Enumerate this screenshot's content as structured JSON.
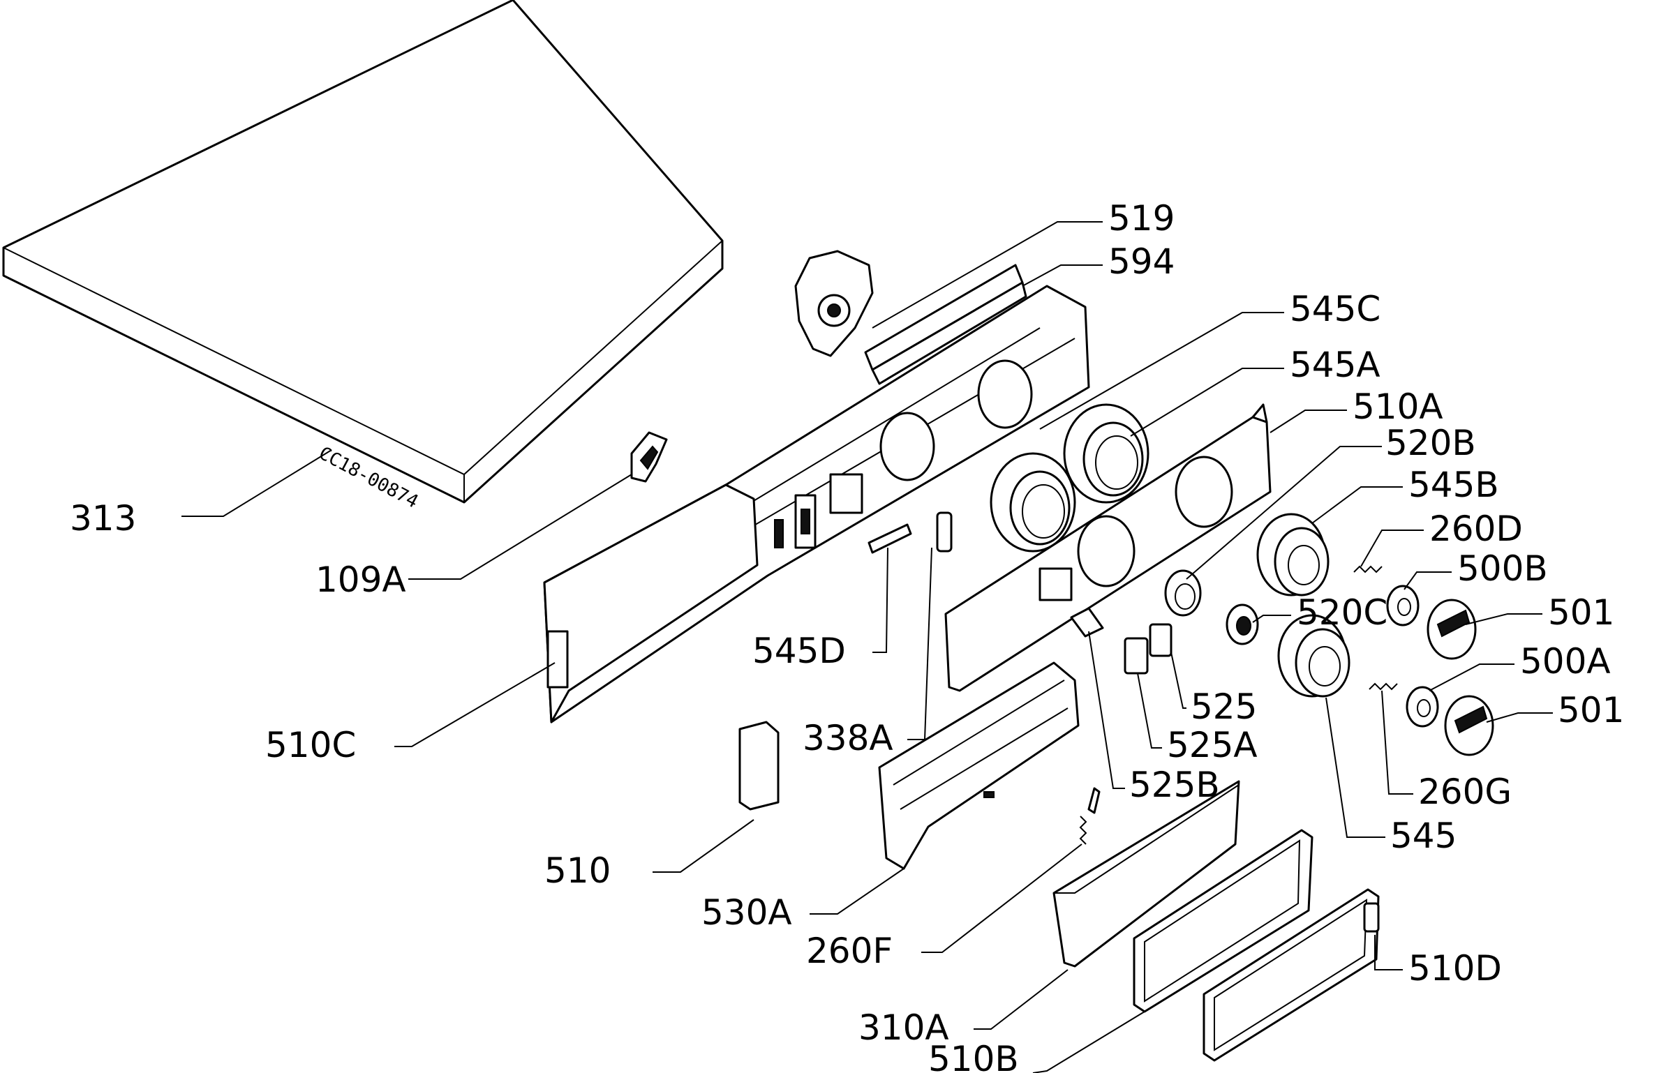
{
  "drawing_code": "CC18-00874",
  "labels": {
    "l313": "313",
    "l109a": "109A",
    "l519": "519",
    "l594": "594",
    "l545c": "545C",
    "l545a": "545A",
    "l510a": "510A",
    "l520b": "520B",
    "l545b": "545B",
    "l260d": "260D",
    "l500b": "500B",
    "l501_top": "501",
    "l520c": "520C",
    "l500a": "500A",
    "l501_bottom": "501",
    "l525": "525",
    "l525a": "525A",
    "l525b": "525B",
    "l545d": "545D",
    "l338a": "338A",
    "l510c": "510C",
    "l260g": "260G",
    "l545": "545",
    "l510": "510",
    "l530a": "530A",
    "l260f": "260F",
    "l510d": "510D",
    "l310a": "310A",
    "l510b": "510B"
  }
}
